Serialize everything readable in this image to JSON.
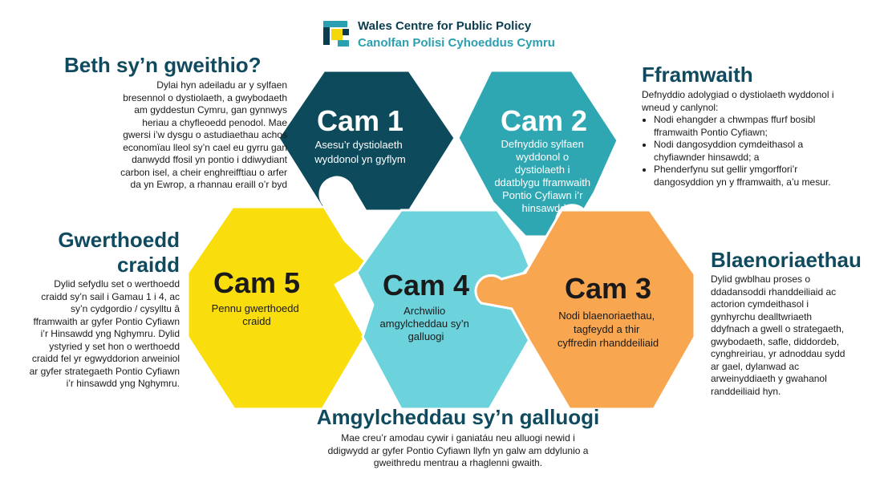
{
  "logo": {
    "name_en": "Wales Centre for Public Policy",
    "name_cy": "Canolfan Polisi Cyhoeddus Cymru"
  },
  "colors": {
    "cam1": "#0d4a5b",
    "cam2": "#2ea7b2",
    "cam3": "#f9a650",
    "cam4": "#6cd3dc",
    "cam5": "#f9dd0c",
    "heading": "#0f4a5e"
  },
  "sections": {
    "beth": {
      "heading": "Beth sy’n gweithio?",
      "lines": [
        "Dylai hyn adeiladu ar y sylfaen",
        "bresennol o dystiolaeth, a gwybodaeth",
        "am gyddestun Cymru, gan gynnwys",
        "heriau a chyfleoedd penodol. Mae",
        "gwersi i’w dysgu o astudiaethau achos",
        "economïau lleol sy’n cael eu gyrru gan",
        "danwydd ffosil yn pontio i ddiwydiant",
        "carbon isel, a cheir enghreifftiau o arfer",
        "da yn Ewrop, a rhannau eraill o’r byd"
      ]
    },
    "fframwaith": {
      "heading": "Fframwaith",
      "intro": "Defnyddio adolygiad o dystiolaeth wyddonol i wneud y canlynol:",
      "bullets": [
        "Nodi ehangder a chwmpas ffurf bosibl fframwaith Pontio Cyfiawn;",
        "Nodi dangosyddion cymdeithasol a chyfiawnder hinsawdd; a",
        "Phenderfynu sut gellir ymgorffori’r dangosyddion yn y fframwaith, a’u mesur."
      ]
    },
    "gwerthoedd": {
      "heading_line1": "Gwerthoedd",
      "heading_line2": "craidd",
      "lines": [
        "Dylid sefydlu set o werthoedd",
        "craidd sy’n sail i Gamau 1 i 4, ac",
        "sy’n cydgordio / cysylltu â",
        "fframwaith ar gyfer Pontio Cyfiawn",
        "i’r Hinsawdd yng Nghymru. Dylid",
        "ystyried y set hon o werthoedd",
        "craidd fel yr egwyddorion arweiniol",
        "ar gyfer strategaeth Pontio Cyfiawn",
        "i’r hinsawdd yng Nghymru."
      ]
    },
    "blaenoriaethau": {
      "heading": "Blaenoriaethau",
      "lines": [
        "Dylid gwblhau proses o",
        "ddadansoddi rhanddeiliaid ac",
        "actorion cymdeithasol i",
        "gynhyrchu dealltwriaeth",
        "ddyfnach a gwell o strategaeth,",
        "gwybodaeth, safle, diddordeb,",
        "cynghreiriau, yr adnoddau sydd",
        "ar gael, dylanwad ac",
        "arweinyddiaeth y gwahanol",
        "randdeiliaid hyn."
      ]
    },
    "amgylcheddau": {
      "heading": "Amgylcheddau sy’n galluogi",
      "lines": [
        "Mae creu’r amodau cywir i ganiatáu neu alluogi newid i",
        "ddigwydd ar gyfer Pontio Cyfiawn llyfn yn galw am ddylunio a",
        "gweithredu mentrau a rhaglenni gwaith."
      ]
    }
  },
  "pieces": {
    "cam1": {
      "title": "Cam 1",
      "desc": [
        "Asesu’r dystiolaeth",
        "wyddonol yn gyflym"
      ]
    },
    "cam2": {
      "title": "Cam 2",
      "desc": [
        "Defnyddio sylfaen",
        "wyddonol o",
        "dystiolaeth i",
        "ddatblygu fframwaith",
        "Pontio Cyfiawn i’r",
        "hinsawdd"
      ]
    },
    "cam3": {
      "title": "Cam 3",
      "desc": [
        "Nodi blaenoriaethau,",
        "tagfeydd a thir",
        "cyffredin rhanddeiliaid"
      ]
    },
    "cam4": {
      "title": "Cam 4",
      "desc": [
        "Archwilio",
        "amgylcheddau sy’n",
        "galluogi"
      ]
    },
    "cam5": {
      "title": "Cam 5",
      "desc": [
        "Pennu gwerthoedd",
        "craidd"
      ]
    }
  }
}
